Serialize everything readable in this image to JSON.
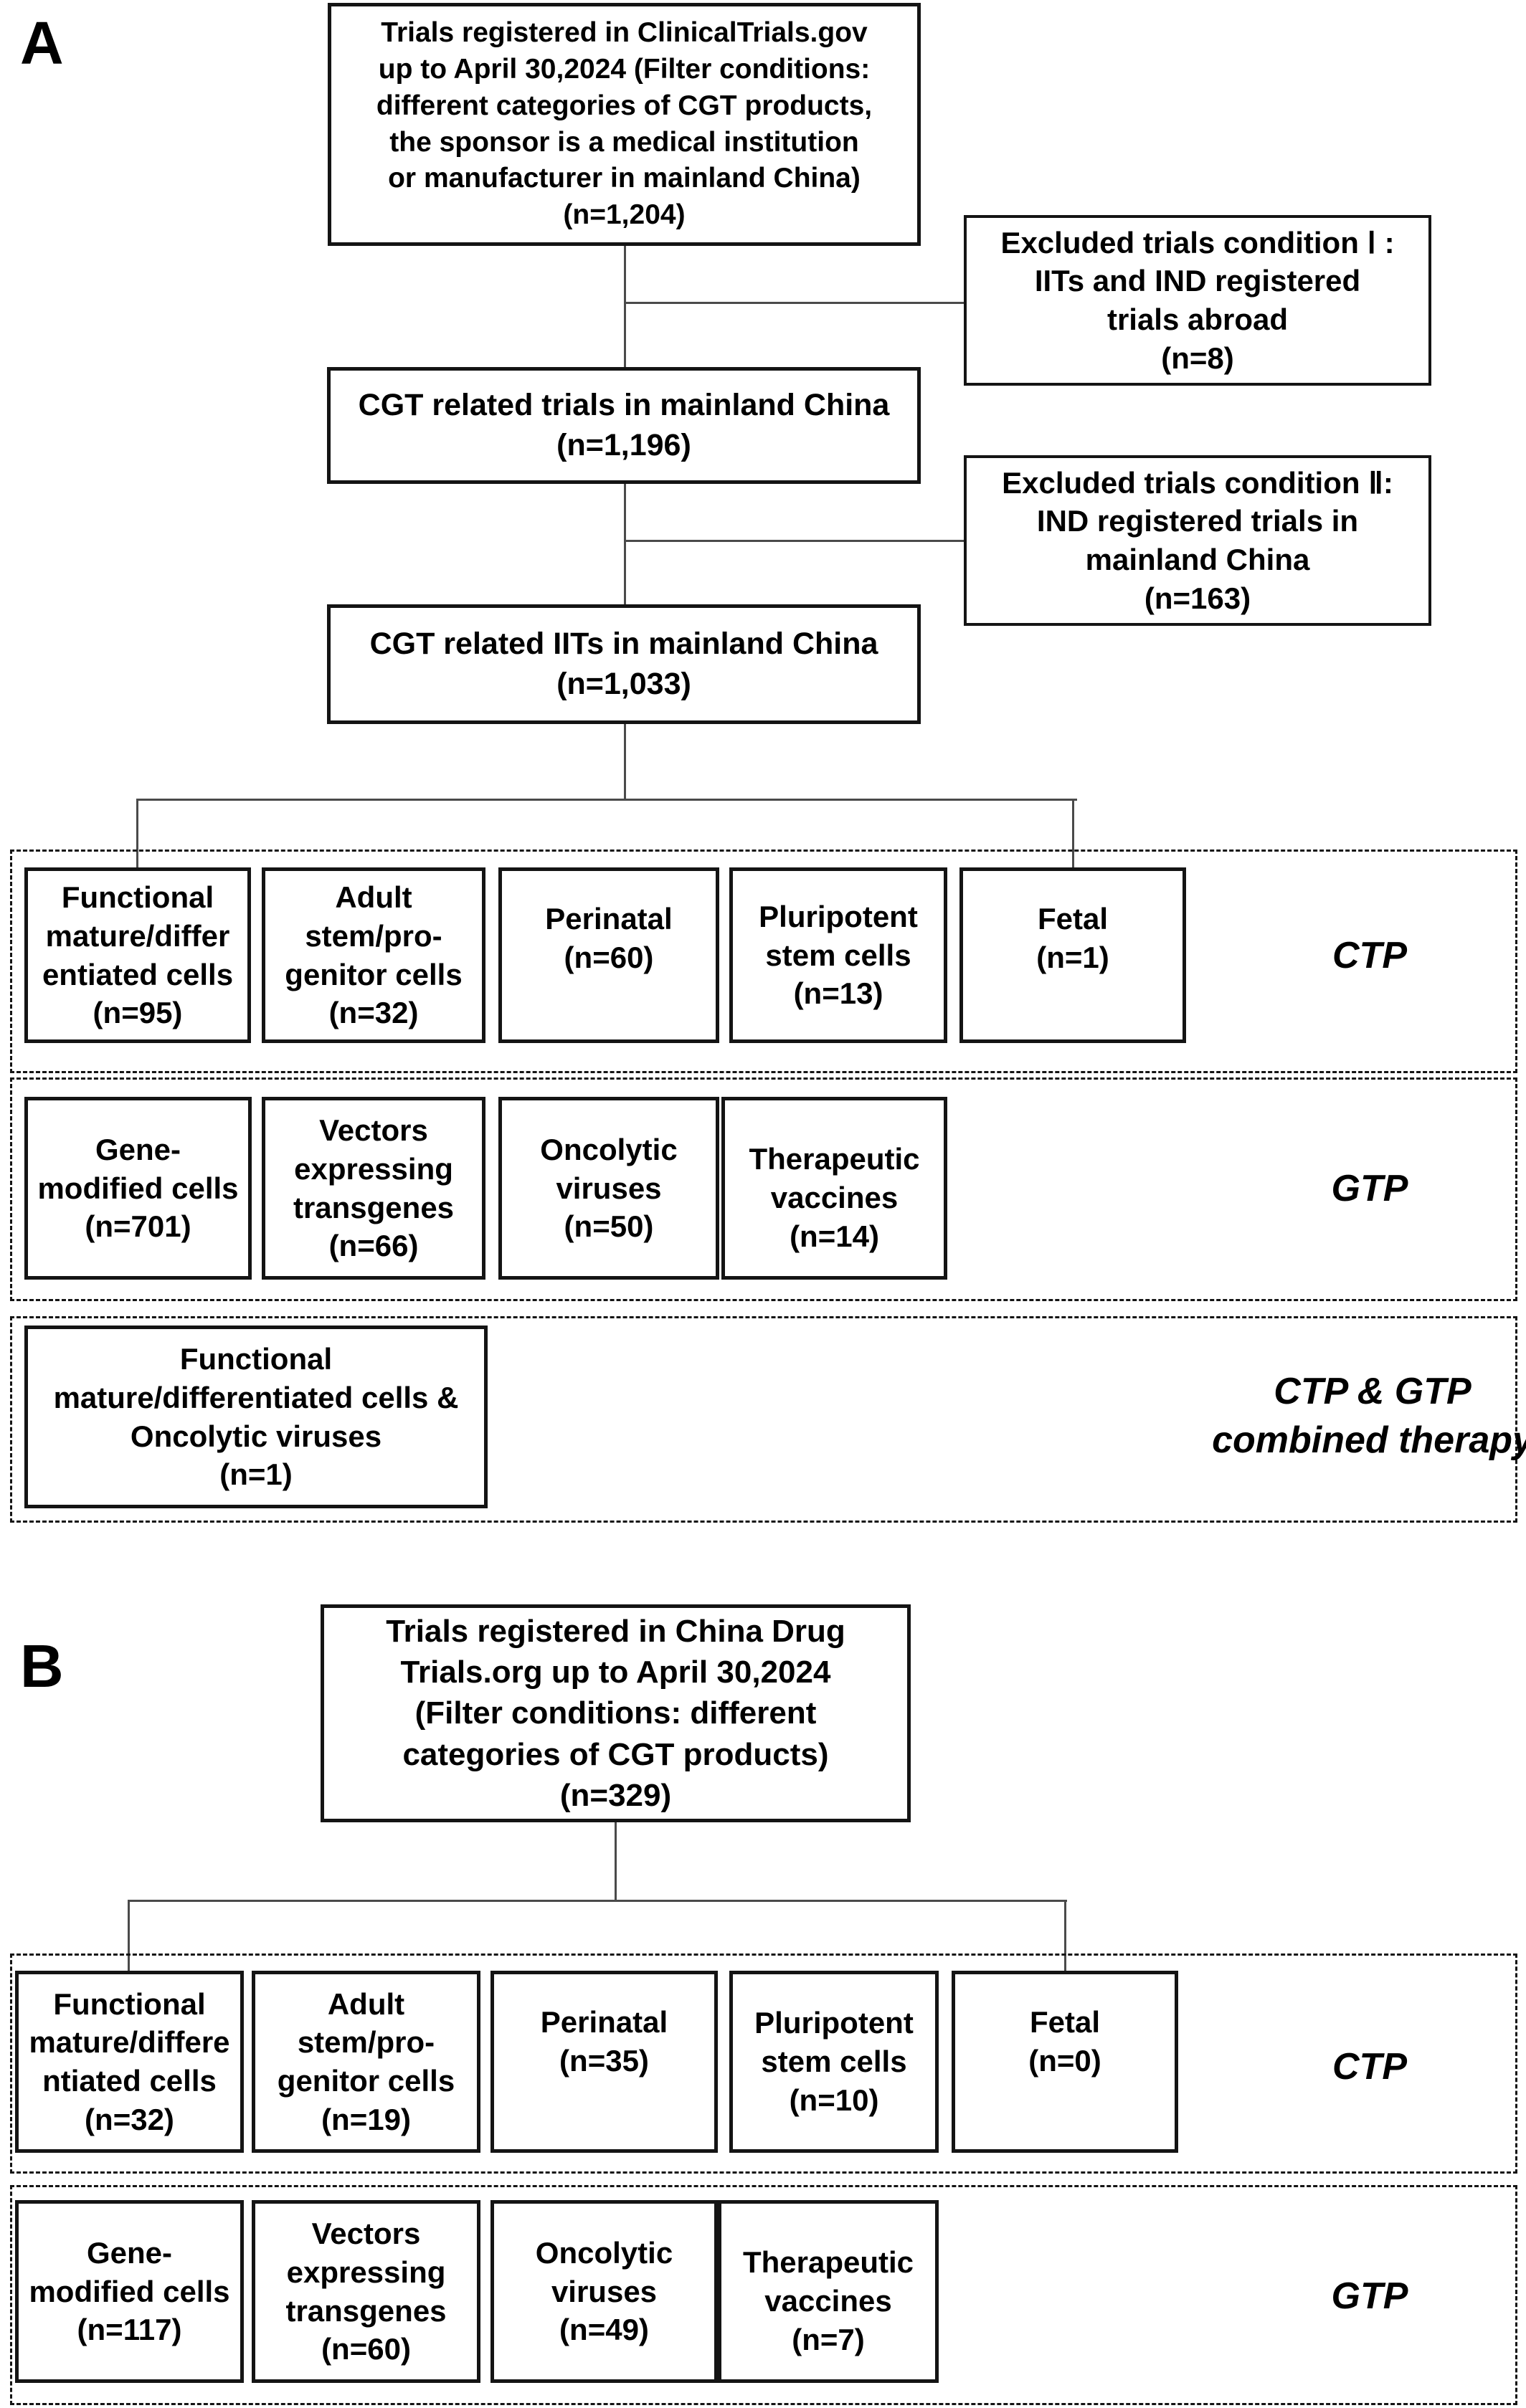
{
  "figure": {
    "panel_a": {
      "label": "A",
      "boxes": {
        "registered": "Trials registered in ClinicalTrials.gov\nup to April 30,2024 (Filter conditions:\ndifferent categories of CGT products,\nthe sponsor is a medical institution\nor manufacturer in mainland China)\n(n=1,204)",
        "excluded_1": "Excluded trials condition Ⅰ :\nIITs and IND registered\ntrials abroad\n(n=8)",
        "cgt_trials": "CGT related trials in mainland China\n(n=1,196)",
        "excluded_2": "Excluded trials condition Ⅱ:\nIND registered trials in\nmainland China\n(n=163)",
        "cgt_iits": "CGT related IITs in mainland China\n(n=1,033)"
      },
      "ctp": {
        "category_label": "CTP",
        "boxes": [
          "Functional\nmature/differ\nentiated cells\n(n=95)",
          "Adult\nstem/pro-\ngenitor cells\n(n=32)",
          "Perinatal\n(n=60)",
          "Pluripotent\nstem cells\n(n=13)",
          "Fetal\n(n=1)"
        ]
      },
      "gtp": {
        "category_label": "GTP",
        "boxes": [
          "Gene-\nmodified cells\n(n=701)",
          "Vectors\nexpressing\ntransgenes\n(n=66)",
          "Oncolytic\nviruses\n(n=50)",
          "Therapeutic\nvaccines\n(n=14)"
        ]
      },
      "combined": {
        "category_label": "CTP & GTP\ncombined therapy",
        "boxes": [
          "Functional\nmature/differentiated cells &\nOncolytic viruses\n(n=1)"
        ]
      }
    },
    "panel_b": {
      "label": "B",
      "boxes": {
        "registered": "Trials registered in China Drug\nTrials.org up to April 30,2024\n(Filter conditions: different\ncategories of CGT products)\n(n=329)"
      },
      "ctp": {
        "category_label": "CTP",
        "boxes": [
          "Functional\nmature/differe\nntiated cells\n(n=32)",
          "Adult\nstem/pro-\ngenitor cells\n(n=19)",
          "Perinatal\n(n=35)",
          "Pluripotent\nstem cells\n(n=10)",
          "Fetal\n(n=0)"
        ]
      },
      "gtp": {
        "category_label": "GTP",
        "boxes": [
          "Gene-\nmodified cells\n(n=117)",
          "Vectors\nexpressing\ntransgenes\n(n=60)",
          "Oncolytic\nviruses\n(n=49)",
          "Therapeutic\nvaccines\n(n=7)"
        ]
      }
    }
  }
}
